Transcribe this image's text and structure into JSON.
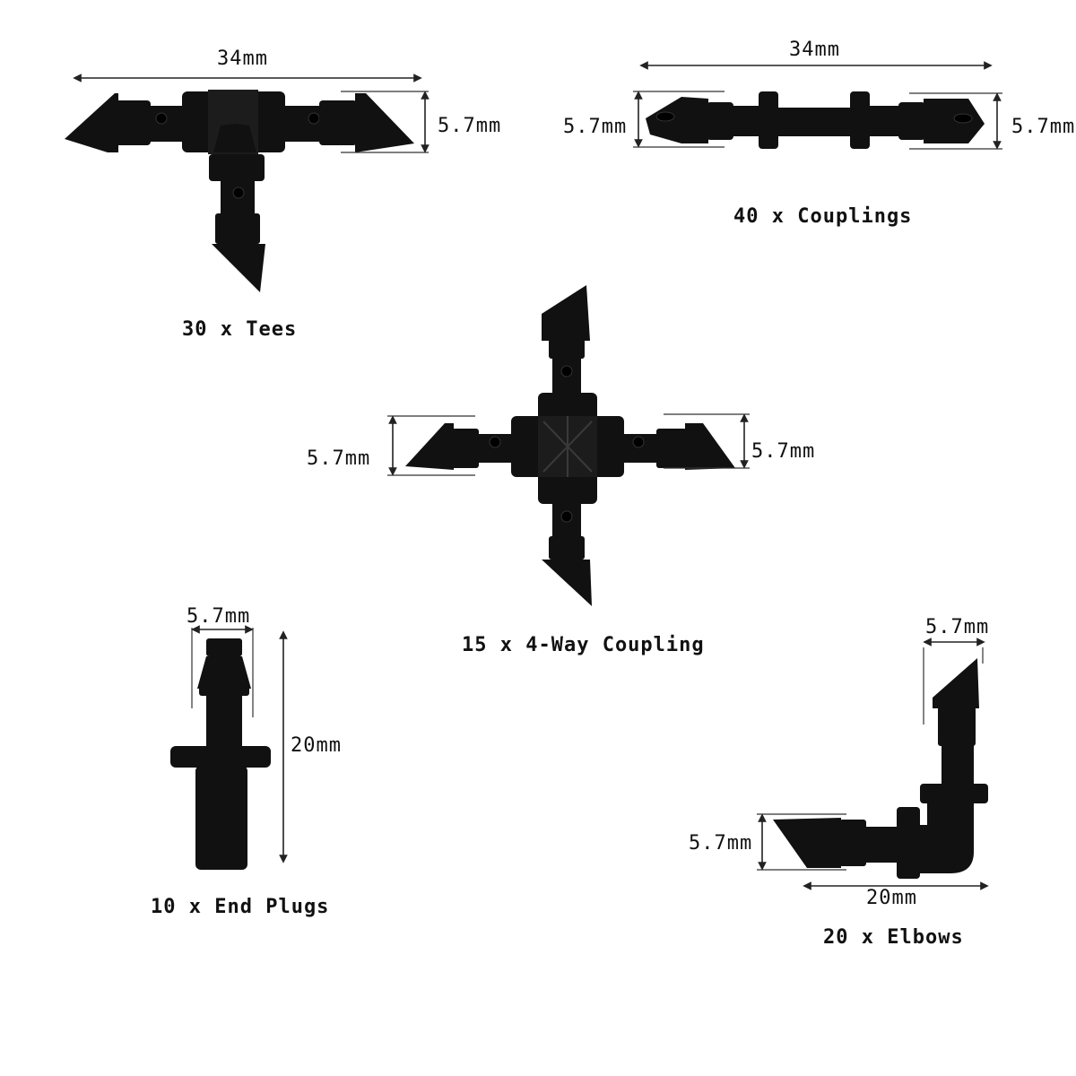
{
  "dimensions": {
    "tee_length": "34mm",
    "tee_height": "5.7mm",
    "coupling_length": "34mm",
    "coupling_left": "5.7mm",
    "coupling_right": "5.7mm",
    "fourway_left": "5.7mm",
    "fourway_right": "5.7mm",
    "endplug_width": "5.7mm",
    "endplug_height": "20mm",
    "elbow_top": "5.7mm",
    "elbow_left": "5.7mm",
    "elbow_length": "20mm"
  },
  "captions": {
    "tees": "30 x Tees",
    "couplings": "40 x Couplings",
    "fourway": "15 x 4-Way Coupling",
    "endplugs": "10 x End Plugs",
    "elbows": "20 x Elbows"
  },
  "colors": {
    "part": "#111111",
    "background": "#ffffff"
  }
}
